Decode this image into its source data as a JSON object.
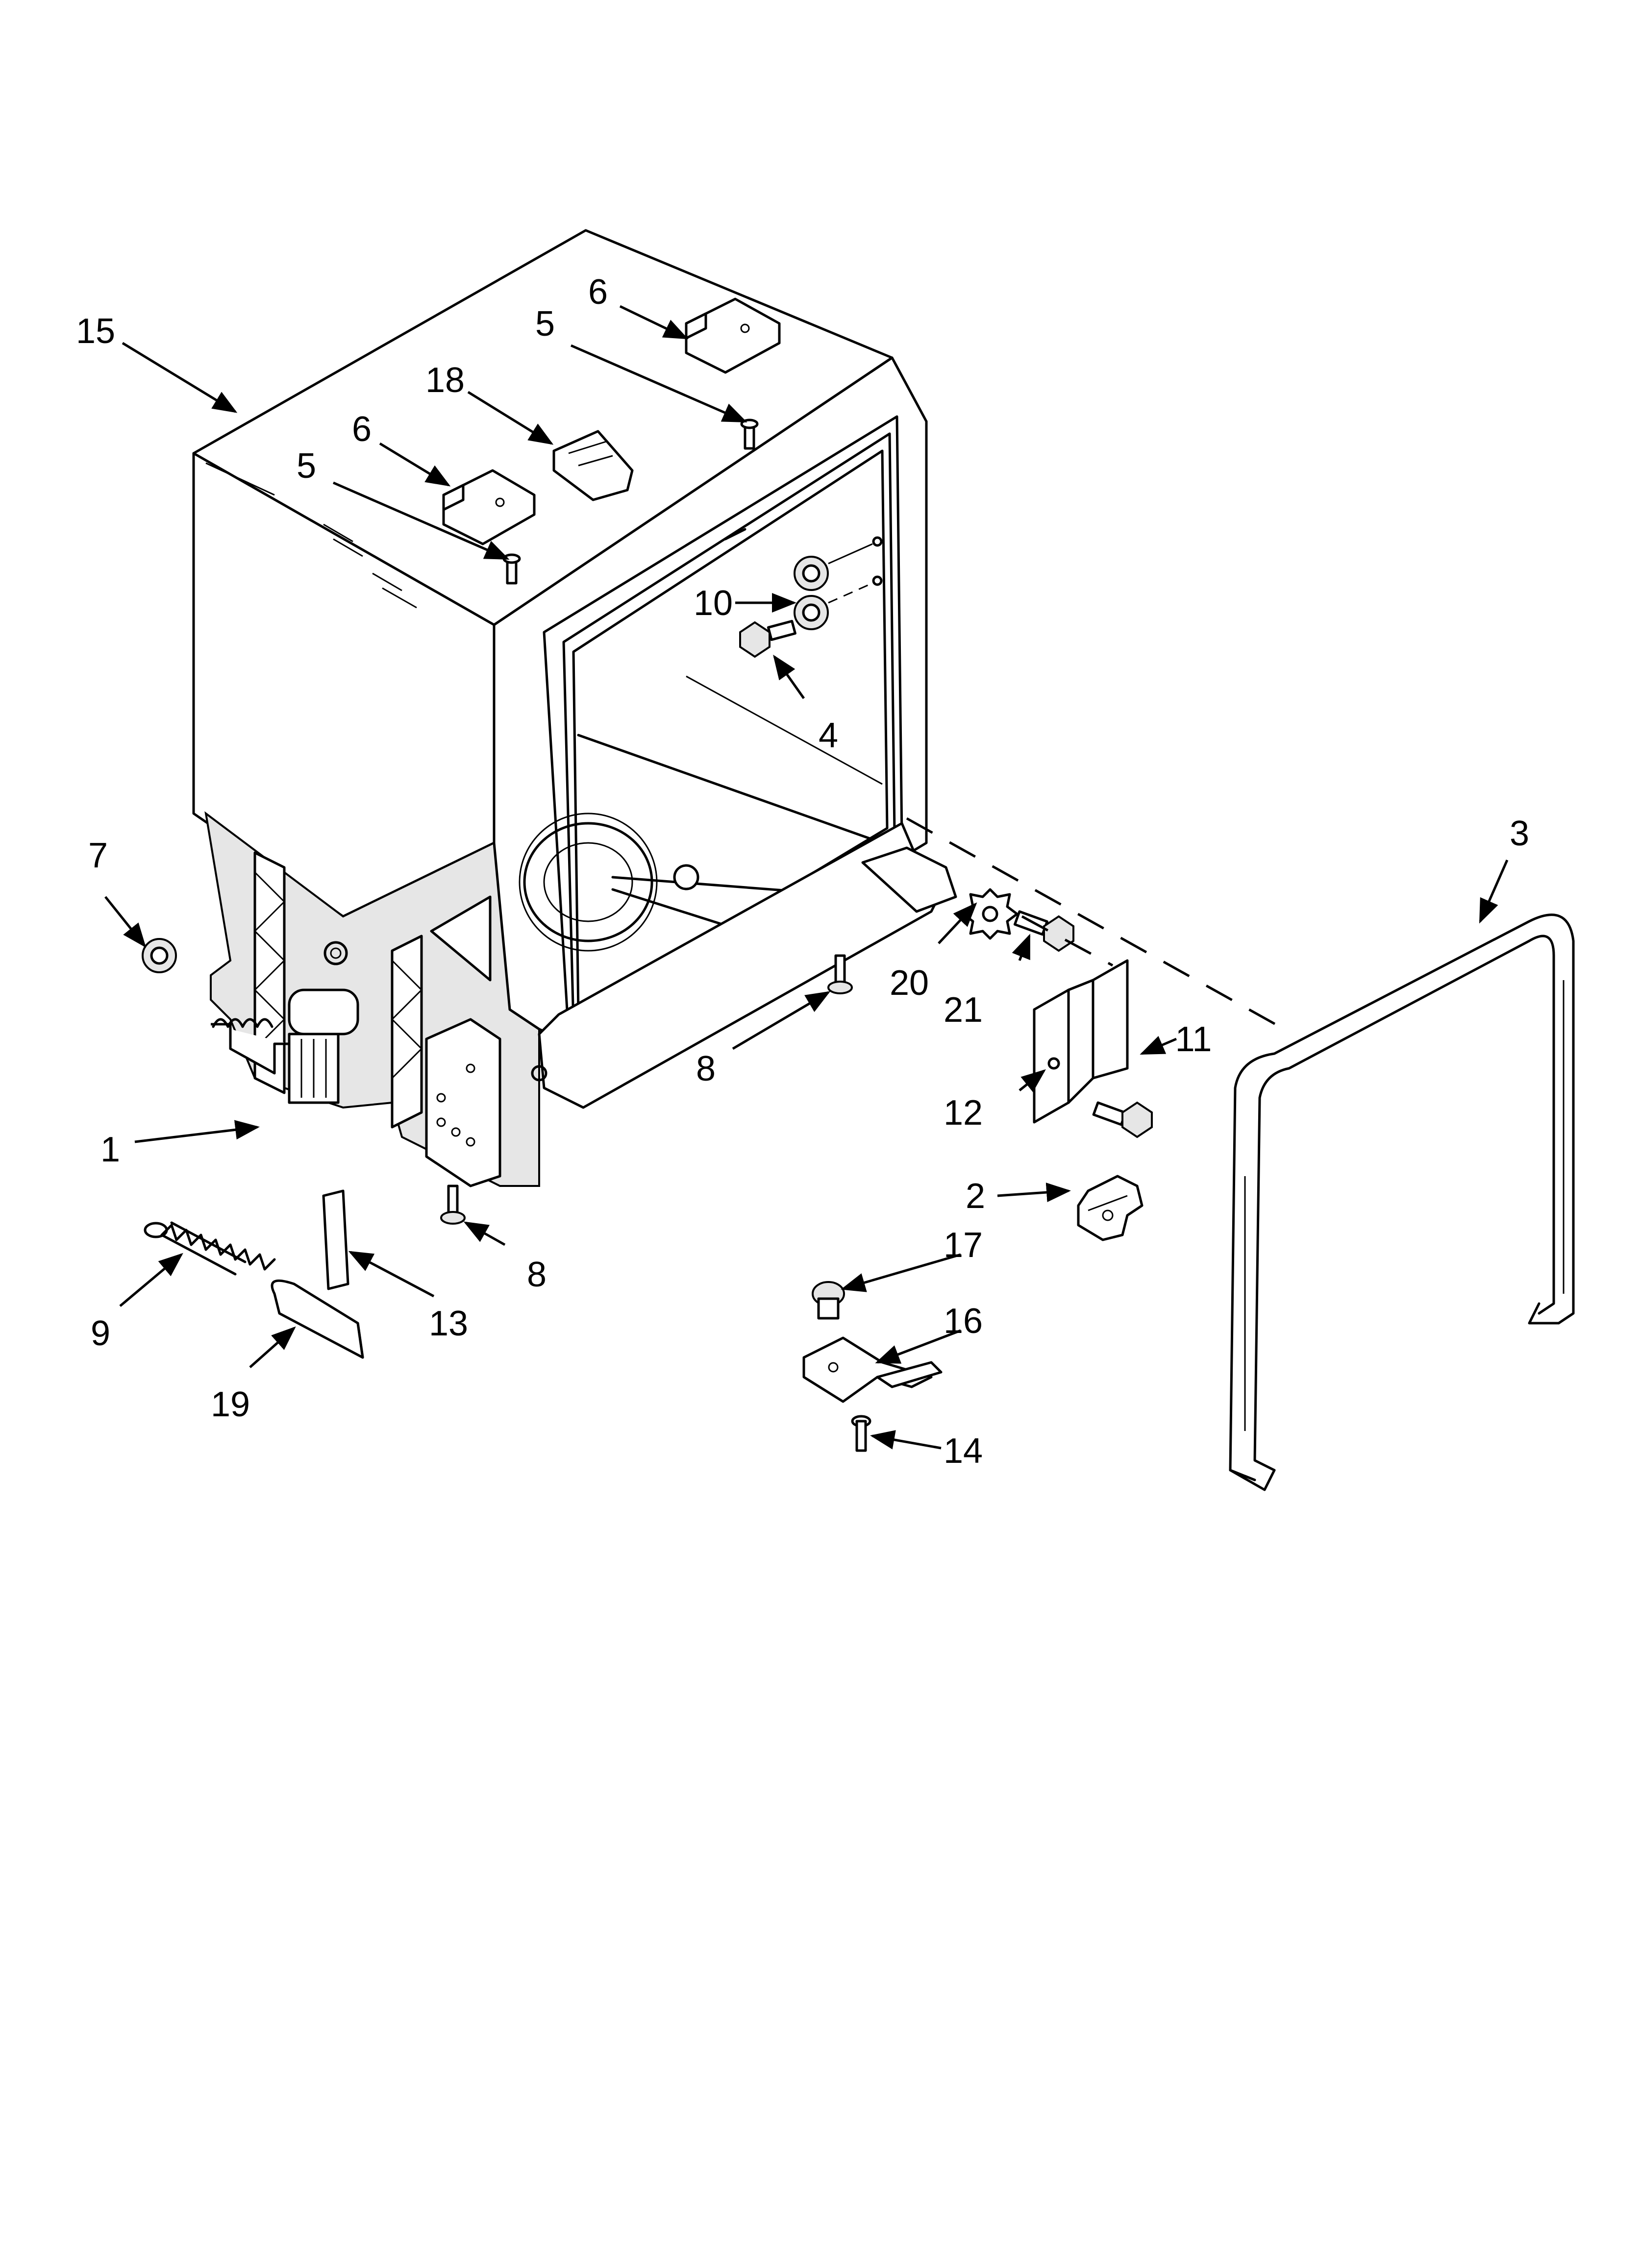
{
  "diagram": {
    "callouts": [
      {
        "id": "c15",
        "text": "15"
      },
      {
        "id": "c6a",
        "text": "6"
      },
      {
        "id": "c5a",
        "text": "5"
      },
      {
        "id": "c18",
        "text": "18"
      },
      {
        "id": "c6b",
        "text": "6"
      },
      {
        "id": "c5b",
        "text": "5"
      },
      {
        "id": "c10",
        "text": "10"
      },
      {
        "id": "c4",
        "text": "4"
      },
      {
        "id": "c3",
        "text": "3"
      },
      {
        "id": "c7",
        "text": "7"
      },
      {
        "id": "c20",
        "text": "20"
      },
      {
        "id": "c21",
        "text": "21"
      },
      {
        "id": "c8a",
        "text": "8"
      },
      {
        "id": "c11",
        "text": "11"
      },
      {
        "id": "c12",
        "text": "12"
      },
      {
        "id": "c1",
        "text": "1"
      },
      {
        "id": "c2",
        "text": "2"
      },
      {
        "id": "c8b",
        "text": "8"
      },
      {
        "id": "c17",
        "text": "17"
      },
      {
        "id": "c13",
        "text": "13"
      },
      {
        "id": "c9",
        "text": "9"
      },
      {
        "id": "c16",
        "text": "16"
      },
      {
        "id": "c19",
        "text": "19"
      },
      {
        "id": "c14",
        "text": "14"
      }
    ]
  }
}
